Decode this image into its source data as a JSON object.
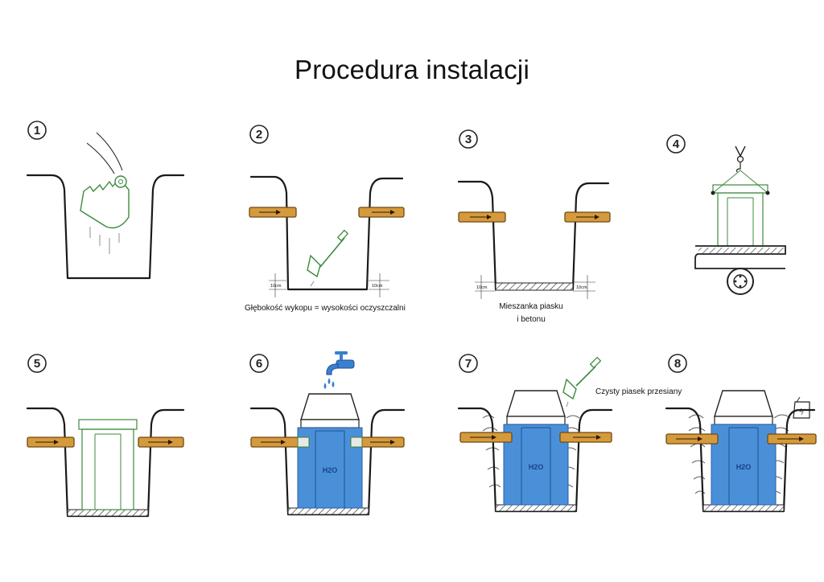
{
  "title": "Procedura instalacji",
  "steps": [
    {
      "number": "1"
    },
    {
      "number": "2",
      "caption": "Głębokość wykopu  = wysokości oczyszczalni",
      "dim_left": "10cm",
      "dim_right": "10cm"
    },
    {
      "number": "3",
      "caption_line1": "Mieszanka piasku",
      "caption_line2": "i betonu",
      "dim_left": "10cm",
      "dim_right": "10cm"
    },
    {
      "number": "4"
    },
    {
      "number": "5"
    },
    {
      "number": "6",
      "tank_label": "H2O"
    },
    {
      "number": "7",
      "caption": "Czysty piasek przesiany",
      "tank_label": "H2O"
    },
    {
      "number": "8",
      "tank_label": "H2O"
    }
  ],
  "colors": {
    "pipe": "#d69a3c",
    "water": "#4a90d9",
    "tank_outline": "#3d8a3d",
    "line": "#1a1a1a"
  },
  "icons": [
    "excavator-bucket-icon",
    "shovel-icon",
    "crane-hook-icon",
    "trailer-wheel-icon",
    "water-tap-icon",
    "sand-bag-icon"
  ]
}
